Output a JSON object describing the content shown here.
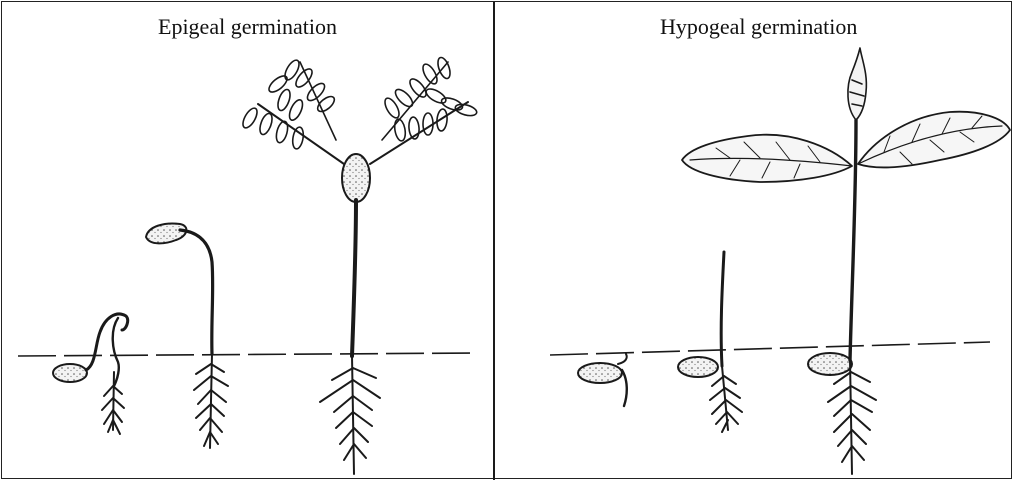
{
  "figure": {
    "panels": [
      {
        "title": "Epigeal germination",
        "stages": [
          "seed-with-hooked-shoot",
          "seedling-with-cotyledons",
          "seedling-with-compound-leaves"
        ]
      },
      {
        "title": "Hypogeal germination",
        "stages": [
          "seed-with-radicle",
          "seed-with-straight-shoot",
          "seedling-with-leaves"
        ]
      }
    ],
    "ink_color": "#1a1a1a",
    "background_color": "#ffffff"
  }
}
